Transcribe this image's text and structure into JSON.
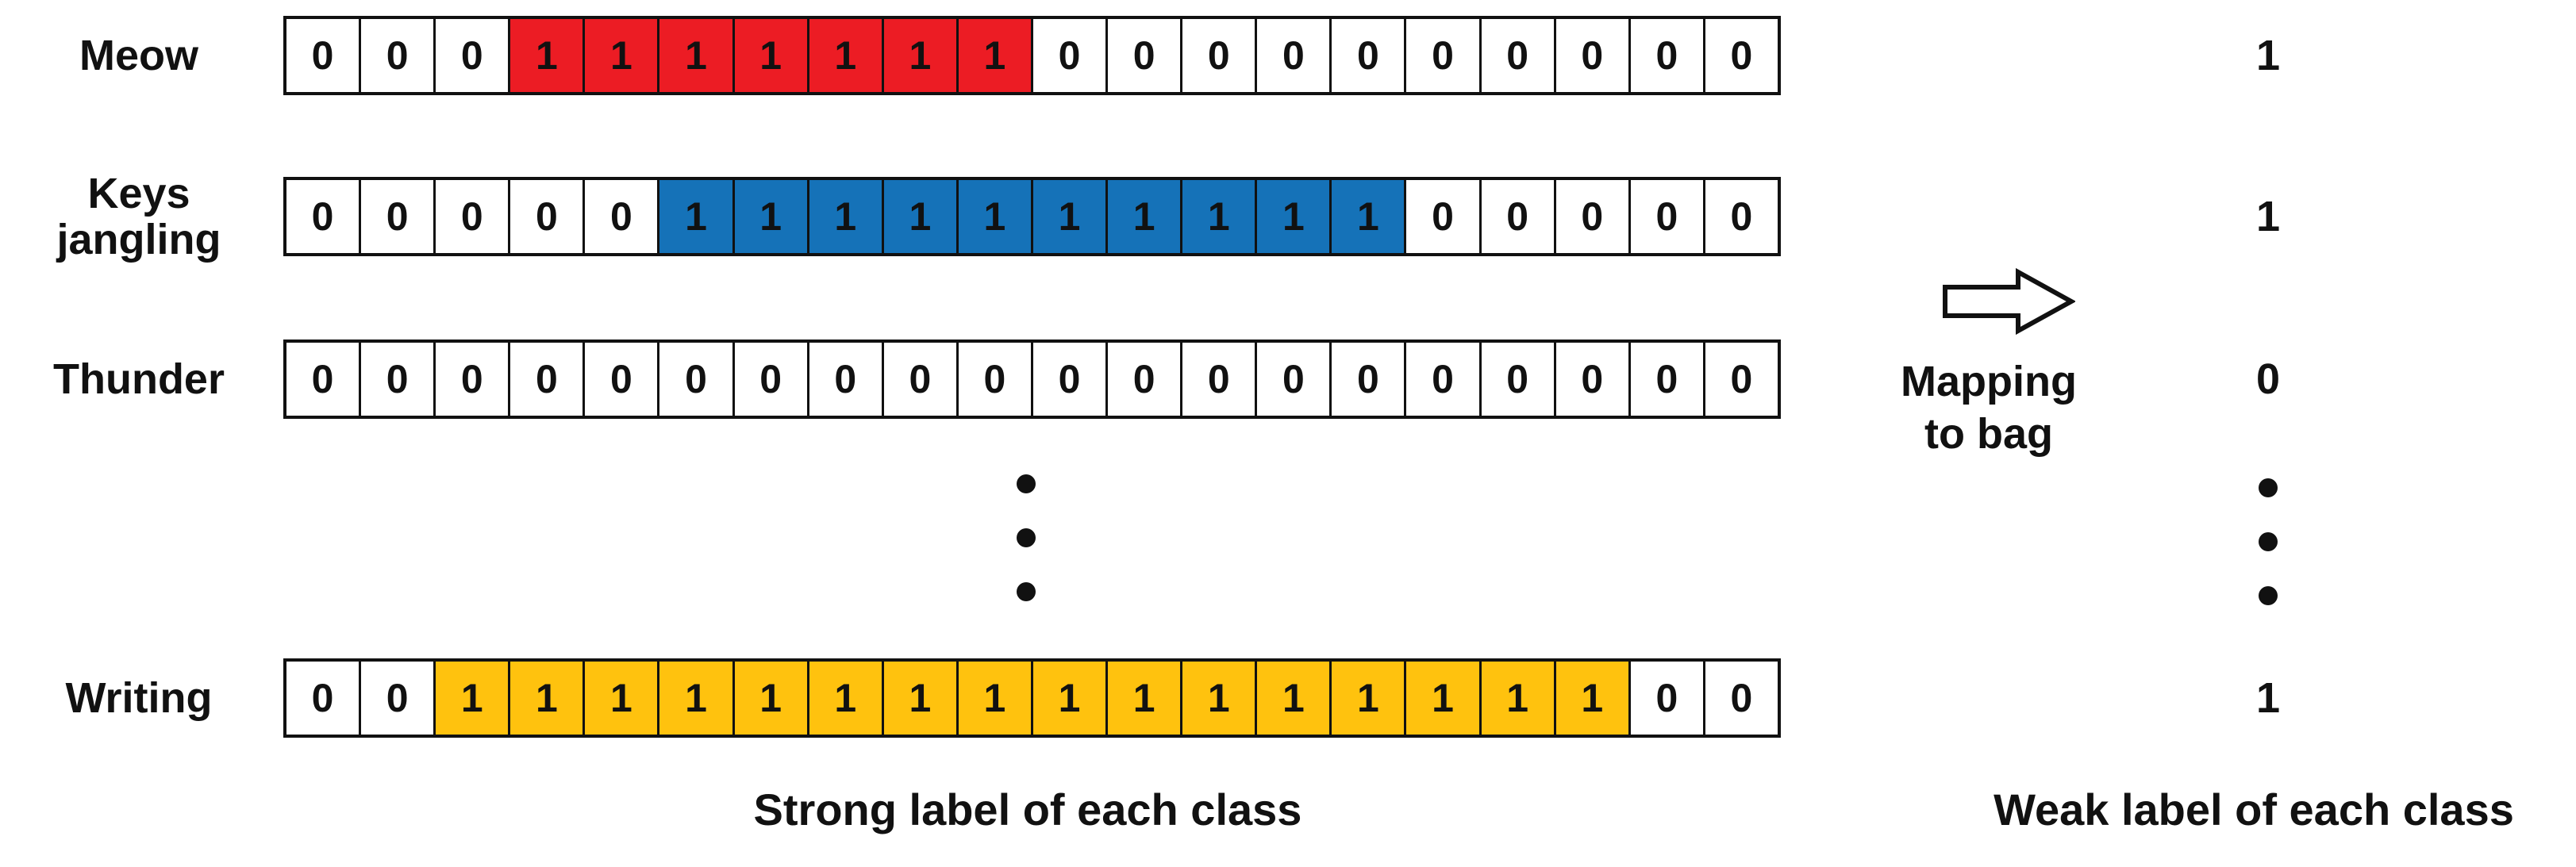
{
  "diagram": {
    "strong_section": {
      "caption": "Strong label of each class",
      "rows": [
        {
          "key": "meow",
          "class_label_lines": [
            "Meow"
          ],
          "cells": [
            0,
            0,
            0,
            1,
            1,
            1,
            1,
            1,
            1,
            1,
            0,
            0,
            0,
            0,
            0,
            0,
            0,
            0,
            0,
            0
          ],
          "highlight_color": "#EC1C24",
          "weak_label": "1"
        },
        {
          "key": "keys-jangling",
          "class_label_lines": [
            "Keys",
            "jangling"
          ],
          "cells": [
            0,
            0,
            0,
            0,
            0,
            1,
            1,
            1,
            1,
            1,
            1,
            1,
            1,
            1,
            1,
            0,
            0,
            0,
            0,
            0
          ],
          "highlight_color": "#1572B8",
          "weak_label": "1"
        },
        {
          "key": "thunder",
          "class_label_lines": [
            "Thunder"
          ],
          "cells": [
            0,
            0,
            0,
            0,
            0,
            0,
            0,
            0,
            0,
            0,
            0,
            0,
            0,
            0,
            0,
            0,
            0,
            0,
            0,
            0
          ],
          "highlight_color": null,
          "weak_label": "0"
        },
        {
          "key": "writing",
          "class_label_lines": [
            "Writing"
          ],
          "cells": [
            0,
            0,
            1,
            1,
            1,
            1,
            1,
            1,
            1,
            1,
            1,
            1,
            1,
            1,
            1,
            1,
            1,
            1,
            0,
            0
          ],
          "highlight_color": "#FFC20E",
          "weak_label": "1"
        }
      ]
    },
    "weak_section": {
      "caption": "Weak label of each class"
    },
    "mapping": {
      "arrow_icon": "right-arrow",
      "lines": [
        "Mapping",
        "to bag"
      ]
    },
    "ellipsis_dot_count": 3,
    "colors": {
      "ink": "#111111",
      "cell_background": "#FFFFFF",
      "meow_highlight": "#EC1C24",
      "keys_jangling_highlight": "#1572B8",
      "writing_highlight": "#FFC20E"
    }
  }
}
